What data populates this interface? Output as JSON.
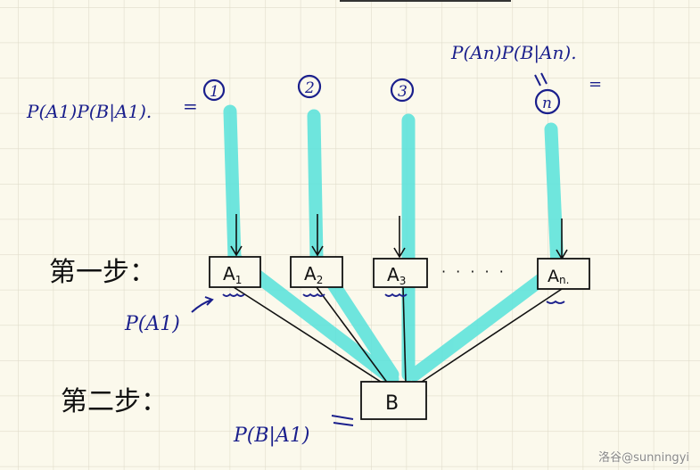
{
  "colors": {
    "background": "#fbf9ec",
    "grid": "#e0dccb",
    "highlight": "#5fe3dc",
    "ink_blue": "#1a1f8c",
    "ink_black": "#111111"
  },
  "labels": {
    "path1_formula": "P(A1)P(B|A1).",
    "path1_eq": "=",
    "pathn_formula": "P(An)P(B|An).",
    "pathn_eq": "=",
    "circle_1": "1",
    "circle_2": "2",
    "circle_3": "3",
    "circle_n": "n",
    "step1": "第一步：",
    "step2": "第二步：",
    "pa1": "P(A1)",
    "pba1": "P(B|A1)",
    "dots": "· · · · ·"
  },
  "nodes": {
    "a1": {
      "base": "A",
      "sub": "1"
    },
    "a2": {
      "base": "A",
      "sub": "2"
    },
    "a3": {
      "base": "A",
      "sub": "3"
    },
    "an": {
      "base": "A",
      "sub": "n."
    },
    "b": {
      "label": "B"
    }
  },
  "watermark": "洛谷@sunningyi"
}
